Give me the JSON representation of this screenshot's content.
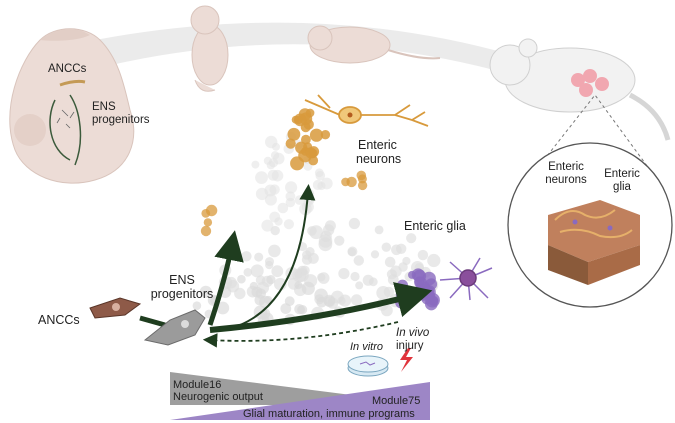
{
  "labels": {
    "anccs_embryo": "ANCCs",
    "ens_progenitors_embryo_1": "ENS",
    "ens_progenitors_embryo_2": "progenitors",
    "enteric_neurons_1": "Enteric",
    "enteric_neurons_2": "neurons",
    "enteric_glia": "Enteric glia",
    "ens_progenitors_1": "ENS",
    "ens_progenitors_2": "progenitors",
    "anccs": "ANCCs",
    "in_vivo_1": "In vivo",
    "in_vivo_2": "injury",
    "in_vitro": "In vitro",
    "inset_neurons_1": "Enteric",
    "inset_neurons_2": "neurons",
    "inset_glia_1": "Enteric",
    "inset_glia_2": "glia"
  },
  "modules": {
    "module16_title": "Module16",
    "module16_desc": "Neurogenic output",
    "module75_title": "Module75",
    "module75_desc": "Glial maturation, immune programs"
  },
  "colors": {
    "neuron": "#d89a3c",
    "glia": "#8a6abf",
    "progenitor": "#9b9b9b",
    "arrow": "#1f3d1f",
    "embryo": "#ecdcd6",
    "module16": "#9e9e9e",
    "module75": "#9d86c6",
    "injury": "#e0343c"
  },
  "icons": [
    "embryo-icon",
    "pup-icon",
    "juvenile-mouse-icon",
    "adult-mouse-icon",
    "neuron-icon",
    "glia-icon",
    "ancc-cell-icon",
    "progenitor-cell-icon",
    "petri-dish-icon",
    "lightning-icon",
    "gut-tissue-icon"
  ]
}
